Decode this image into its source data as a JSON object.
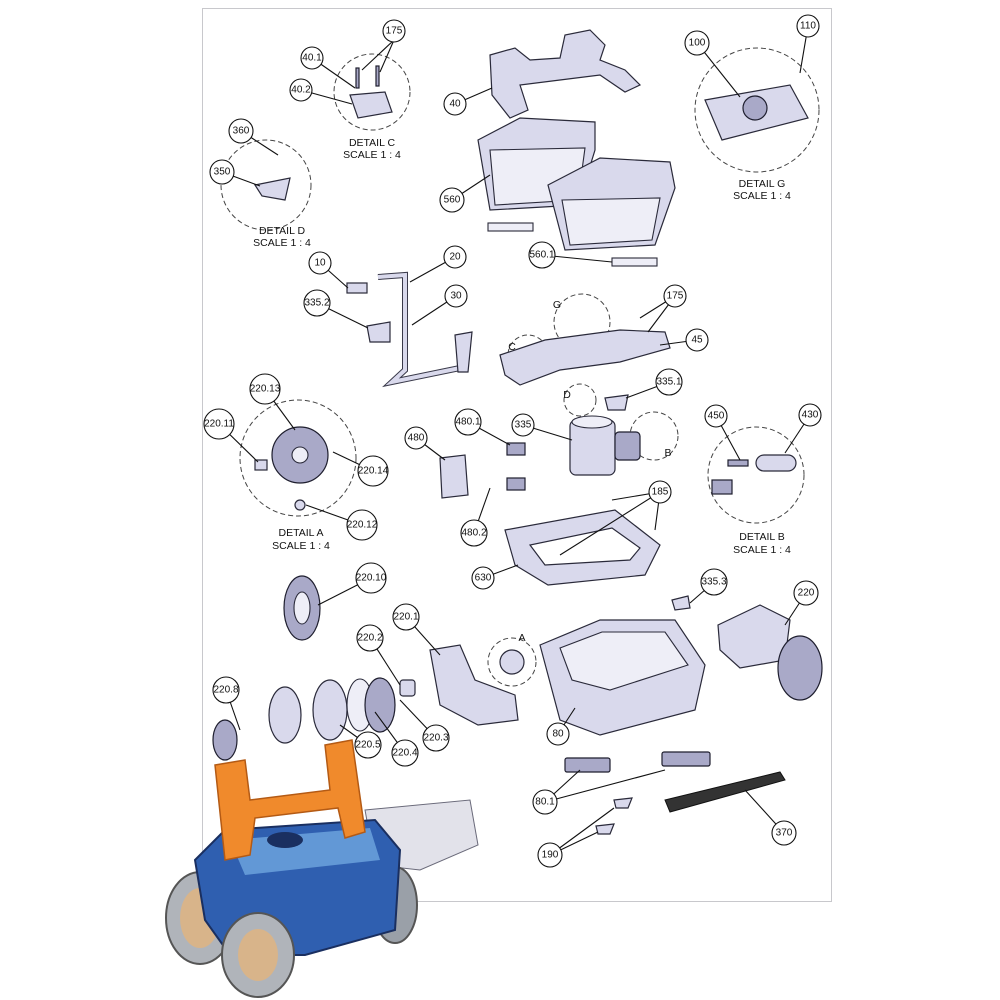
{
  "callouts": [
    "175",
    "40.1",
    "40.2",
    "40",
    "100",
    "110",
    "360",
    "350",
    "560",
    "560.1",
    "10",
    "20",
    "335.2",
    "30",
    "175",
    "45",
    "335.1",
    "220.13",
    "220.11",
    "220.14",
    "220.12",
    "480.1",
    "480",
    "335",
    "480.2",
    "185",
    "450",
    "430",
    "630",
    "220.10",
    "335.3",
    "220",
    "220.1",
    "220.2",
    "220.8",
    "220.5",
    "220.4",
    "220.3",
    "80",
    "80.1",
    "370",
    "190",
    "A",
    "B",
    "C",
    "D",
    "G"
  ],
  "details": [
    {
      "title": "DETAIL C",
      "scale": "SCALE 1 : 4"
    },
    {
      "title": "DETAIL D",
      "scale": "SCALE 1 : 4"
    },
    {
      "title": "DETAIL G",
      "scale": "SCALE 1 : 4"
    },
    {
      "title": "DETAIL A",
      "scale": "SCALE 1 : 4"
    },
    {
      "title": "DETAIL B",
      "scale": "SCALE 1 : 4"
    }
  ],
  "colors": {
    "part_fill": "#d9d9ec",
    "handle": "#f08a2c",
    "body": "#2f5fb0",
    "wheel": "#9aa0a8"
  }
}
